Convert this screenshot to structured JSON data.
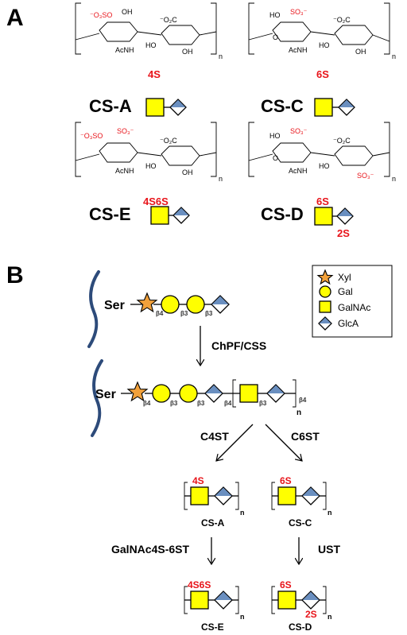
{
  "panel_a": {
    "label": "A",
    "structures": [
      {
        "name": "CS-A",
        "sulfation": "4S",
        "sulfate_groups": [
          "⁻O₃SO"
        ],
        "substituents": [
          "OH",
          "AcNH",
          "⁻O₂C",
          "HO",
          "OH"
        ],
        "repeat": "n"
      },
      {
        "name": "CS-C",
        "sulfation": "6S",
        "sulfate_groups": [
          "SO₃⁻"
        ],
        "substituents": [
          "HO",
          "O",
          "AcNH",
          "⁻O₂C",
          "HO",
          "OH"
        ],
        "repeat": "n"
      },
      {
        "name": "CS-E",
        "sulfation": "4S6S",
        "sulfate_groups": [
          "⁻O₃SO",
          "SO₃⁻"
        ],
        "substituents": [
          "AcNH",
          "⁻O₂C",
          "HO",
          "OH"
        ],
        "repeat": "n"
      },
      {
        "name": "CS-D",
        "sulfation": "6S",
        "sulfation_2": "2S",
        "sulfate_groups": [
          "SO₃⁻",
          "SO₃⁻"
        ],
        "substituents": [
          "HO",
          "O",
          "AcNH",
          "⁻O₂C",
          "HO"
        ],
        "repeat": "n"
      }
    ]
  },
  "panel_b": {
    "label": "B",
    "ser": "Ser",
    "linkages": {
      "b4": "β4",
      "b3": "β3"
    },
    "repeat": "n",
    "enzymes": {
      "chpf": "ChPF/CSS",
      "c4st": "C4ST",
      "c6st": "C6ST",
      "galnac4s6st": "GalNAc4S-6ST",
      "ust": "UST"
    },
    "products": [
      {
        "name": "CS-A",
        "sulfation": "4S"
      },
      {
        "name": "CS-C",
        "sulfation": "6S"
      },
      {
        "name": "CS-E",
        "sulfation": "4S6S"
      },
      {
        "name": "CS-D",
        "sulfation": "6S",
        "sulfation_2": "2S"
      }
    ],
    "legend": [
      {
        "symbol": "star",
        "label": "Xyl",
        "color": "#f2a13b"
      },
      {
        "symbol": "circle",
        "label": "Gal",
        "color": "#ffff00"
      },
      {
        "symbol": "square",
        "label": "GalNAc",
        "color": "#ffff00"
      },
      {
        "symbol": "diamond",
        "label": "GlcA",
        "color": "#6a8fc0"
      }
    ]
  },
  "colors": {
    "sulfation_label": "#e8141a",
    "glcnac_yellow": "#ffff00",
    "glca_blue": "#6a8fc0",
    "xyl_orange": "#f2a13b",
    "core_curve": "#2d4b7a"
  }
}
